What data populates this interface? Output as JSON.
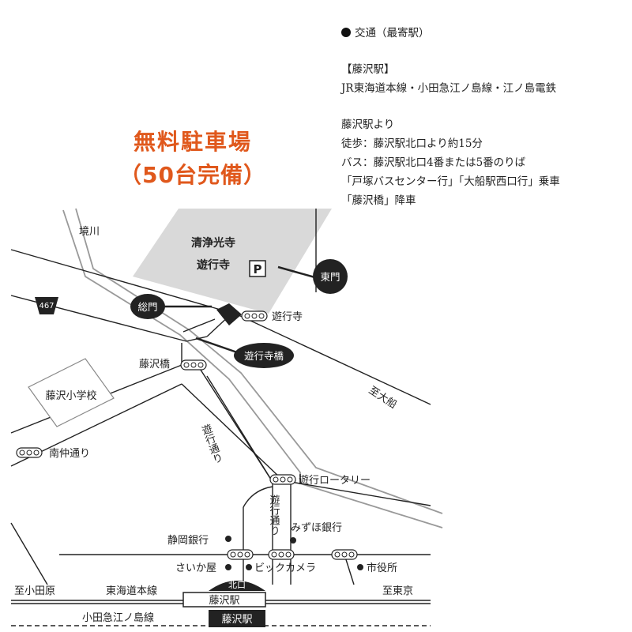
{
  "access": {
    "heading": "交通（最寄駅）",
    "station_bracket": "【藤沢駅】",
    "lines": "JR東海道本線・小田急江ノ島線・江ノ島電鉄",
    "from": "藤沢駅より",
    "walk": "徒歩：藤沢駅北口より約15分",
    "bus1": "バス：藤沢駅北口4番または5番のりば",
    "bus2": "「戸塚バスセンター行」「大船駅西口行」乗車",
    "bus3": "「藤沢橋」降車"
  },
  "parking": {
    "line1": "無料駐車場",
    "line2": "（50台完備）"
  },
  "map": {
    "temple_name_1": "清浄光寺",
    "temple_name_2": "遊行寺",
    "parking_icon": "P",
    "east_gate": "東門",
    "main_gate": "総門",
    "bridge_callout": "遊行寺橋",
    "river": "境川",
    "route_number": "467",
    "signal_yugyoji": "遊行寺",
    "signal_fujisawabashi": "藤沢橋",
    "signal_minaminaka": "南仲通り",
    "signal_rotary": "遊行ロータリー",
    "school": "藤沢小学校",
    "to_ofuna": "至大船",
    "yugyo_dori_1": "遊行通り",
    "yugyo_dori_2": "遊行通り",
    "bank_shizuoka": "静岡銀行",
    "bank_mizuho": "みずほ銀行",
    "store_saikaya": "さいか屋",
    "store_bic": "ビックカメラ",
    "city_hall": "市役所",
    "to_odawara": "至小田原",
    "line_tokaido": "東海道本線",
    "line_odakyu": "小田急江ノ島線",
    "to_tokyo": "至東京",
    "north_exit": "北口",
    "station_jr": "藤沢駅",
    "station_odakyu": "藤沢駅"
  },
  "colors": {
    "accent": "#e0581c",
    "temple_area": "#d9d9d9",
    "road": "#222222",
    "river": "#999999",
    "dark": "#222222"
  }
}
